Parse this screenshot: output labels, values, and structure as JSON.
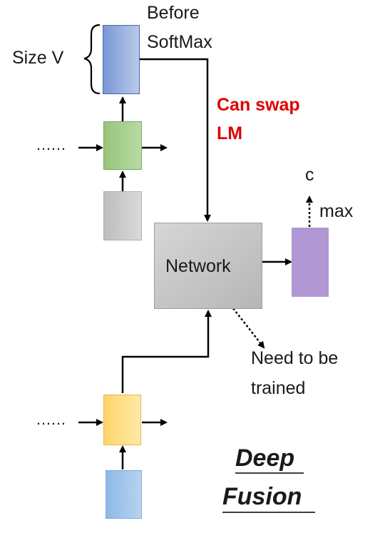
{
  "labels": {
    "before_softmax_line1": "Before",
    "before_softmax_line2": "SoftMax",
    "size_v": "Size V",
    "can_swap_line1": "Can swap",
    "can_swap_line2": "LM",
    "network": "Network",
    "output_c": "c",
    "max": "max",
    "need_trained_line1": "Need to be",
    "need_trained_line2": "trained",
    "deep": "Deep",
    "fusion": "Fusion",
    "ellipsis_top": "……",
    "ellipsis_bottom": "……"
  },
  "colors": {
    "softmax_box": "#8ea9db",
    "lm_hidden_box": "#a9d18e",
    "lm_input_box": "#c9c9c9",
    "network_box": "#c8c8c8",
    "output_box": "#b4a7d6",
    "decoder_hidden_box": "#ffd966",
    "decoder_input_box": "#9dc3e6",
    "can_swap_text": "#e00000"
  }
}
